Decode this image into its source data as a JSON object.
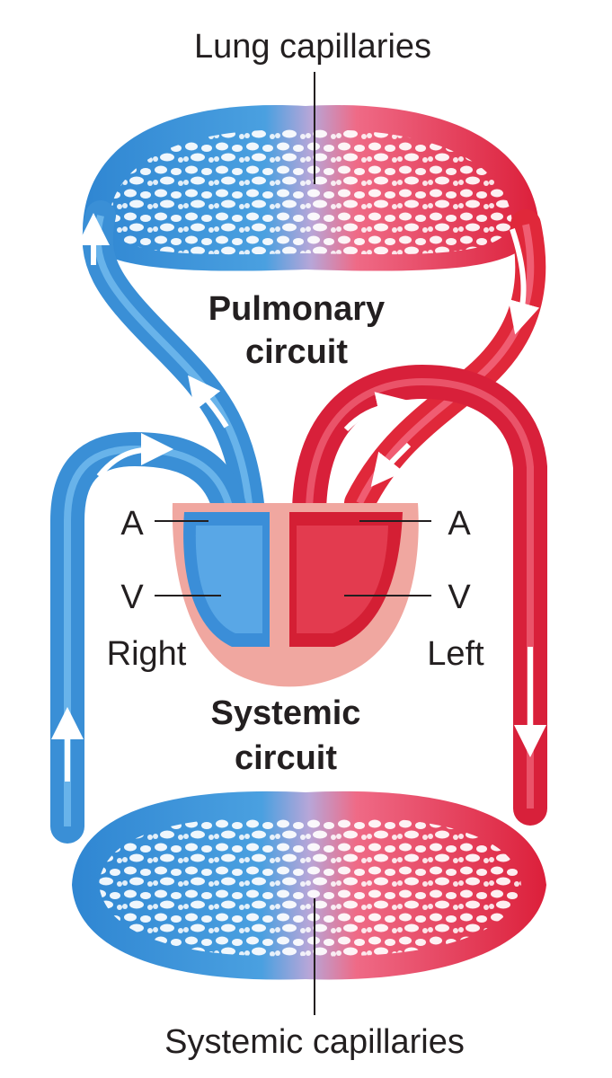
{
  "labels": {
    "lung_capillaries": "Lung capillaries",
    "pulmonary_line1": "Pulmonary",
    "pulmonary_line2": "circuit",
    "systemic_line1": "Systemic",
    "systemic_line2": "circuit",
    "systemic_capillaries": "Systemic capillaries",
    "right": "Right",
    "left": "Left",
    "right_atrium": "A",
    "right_ventricle": "V",
    "left_atrium": "A",
    "left_ventricle": "V"
  },
  "colors": {
    "deoxygenated": "#3a8fd6",
    "oxygenated": "#e0283a",
    "mixing": "#b7a6d8",
    "heart_tissue": "#f0a7a0"
  }
}
